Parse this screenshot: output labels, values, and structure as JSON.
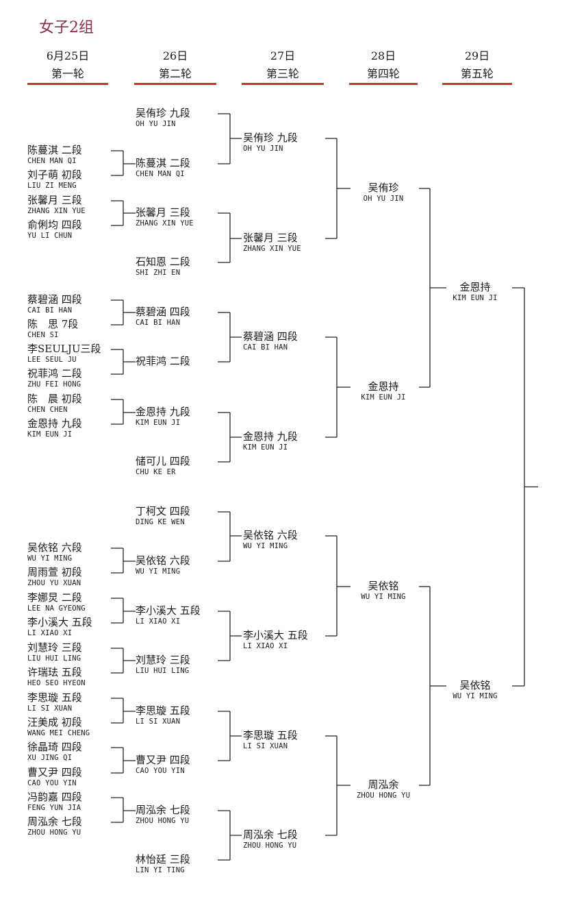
{
  "title": "女子2组",
  "rounds": [
    {
      "date": "6月25日",
      "label": "第一轮"
    },
    {
      "date": "26日",
      "label": "第二轮"
    },
    {
      "date": "27日",
      "label": "第三轮"
    },
    {
      "date": "28日",
      "label": "第四轮"
    },
    {
      "date": "29日",
      "label": "第五轮"
    }
  ],
  "round1": [
    {
      "cn": "陈蔓淇 二段",
      "en": "CHEN MAN QI"
    },
    {
      "cn": "刘子萌 初段",
      "en": "LIU ZI MENG"
    },
    {
      "cn": "张馨月 三段",
      "en": "ZHANG XIN YUE"
    },
    {
      "cn": "俞俐均 四段",
      "en": "YU LI CHUN"
    },
    {
      "cn": "蔡碧涵 四段",
      "en": "CAI BI HAN"
    },
    {
      "cn": "陈　思 7段",
      "en": "CHEN SI"
    },
    {
      "cn": "李SEULJU三段",
      "en": "LEE SEUL JU"
    },
    {
      "cn": "祝菲鸿 二段",
      "en": "ZHU FEI HONG"
    },
    {
      "cn": "陈　晨 初段",
      "en": "CHEN CHEN"
    },
    {
      "cn": "金恩持 九段",
      "en": "KIM EUN JI"
    },
    {
      "cn": "吴依铭 六段",
      "en": "WU YI MING"
    },
    {
      "cn": "周雨萱 初段",
      "en": "ZHOU YU XUAN"
    },
    {
      "cn": "李娜炅 二段",
      "en": "LEE NA GYEONG"
    },
    {
      "cn": "李小溪大 五段",
      "en": "LI XIAO XI"
    },
    {
      "cn": "刘慧玲 三段",
      "en": "LIU HUI LING"
    },
    {
      "cn": "许瑞珐 五段",
      "en": "HEO SEO HYEON"
    },
    {
      "cn": "李思璇 五段",
      "en": "LI SI XUAN"
    },
    {
      "cn": "汪美成 初段",
      "en": "WANG MEI CHENG"
    },
    {
      "cn": "徐晶琦 四段",
      "en": "XU JING QI"
    },
    {
      "cn": "曹又尹 四段",
      "en": "CAO YOU YIN"
    },
    {
      "cn": "冯韵嘉 四段",
      "en": "FENG YUN JIA"
    },
    {
      "cn": "周泓余 七段",
      "en": "ZHOU HONG YU"
    }
  ],
  "round2": [
    {
      "cn": "吴侑珍 九段",
      "en": "OH YU JIN"
    },
    {
      "cn": "陈蔓淇 二段",
      "en": "CHEN MAN QI"
    },
    {
      "cn": "张馨月 三段",
      "en": "ZHANG XIN YUE"
    },
    {
      "cn": "石知恩 二段",
      "en": "SHI ZHI EN"
    },
    {
      "cn": "蔡碧涵 四段",
      "en": "CAI BI HAN"
    },
    {
      "cn": "祝菲鸿 二段",
      "en": ""
    },
    {
      "cn": "金恩持 九段",
      "en": "KIM EUN JI"
    },
    {
      "cn": "储可儿 四段",
      "en": "CHU KE ER"
    },
    {
      "cn": "丁柯文 四段",
      "en": "DING KE WEN"
    },
    {
      "cn": "吴依铭 六段",
      "en": "WU YI MING"
    },
    {
      "cn": "李小溪大 五段",
      "en": "LI XIAO XI"
    },
    {
      "cn": "刘慧玲 三段",
      "en": "LIU HUI LING"
    },
    {
      "cn": "李思璇 五段",
      "en": "LI SI XUAN"
    },
    {
      "cn": "曹又尹 四段",
      "en": "CAO YOU YIN"
    },
    {
      "cn": "周泓余 七段",
      "en": "ZHOU HONG YU"
    },
    {
      "cn": "林怡廷 三段",
      "en": "LIN YI TING"
    }
  ],
  "round3": [
    {
      "cn": "吴侑珍 九段",
      "en": "OH YU JIN"
    },
    {
      "cn": "张馨月 三段",
      "en": "ZHANG XIN YUE"
    },
    {
      "cn": "蔡碧涵 四段",
      "en": "CAI BI HAN"
    },
    {
      "cn": "金恩持 九段",
      "en": "KIM EUN JI"
    },
    {
      "cn": "吴依铭 六段",
      "en": "WU YI MING"
    },
    {
      "cn": "李小溪大 五段",
      "en": "LI XIAO XI"
    },
    {
      "cn": "李思璇 五段",
      "en": "LI SI XUAN"
    },
    {
      "cn": "周泓余 七段",
      "en": "ZHOU HONG YU"
    }
  ],
  "round4": [
    {
      "cn": "吴侑珍",
      "en": "OH YU JIN"
    },
    {
      "cn": "金恩持",
      "en": "KIM EUN JI"
    },
    {
      "cn": "吴依铭",
      "en": "WU YI MING"
    },
    {
      "cn": "周泓余",
      "en": "ZHOU HONG YU"
    }
  ],
  "round5": [
    {
      "cn": "金恩持",
      "en": "KIM EUN JI"
    },
    {
      "cn": "吴依铭",
      "en": "WU YI MING"
    }
  ]
}
